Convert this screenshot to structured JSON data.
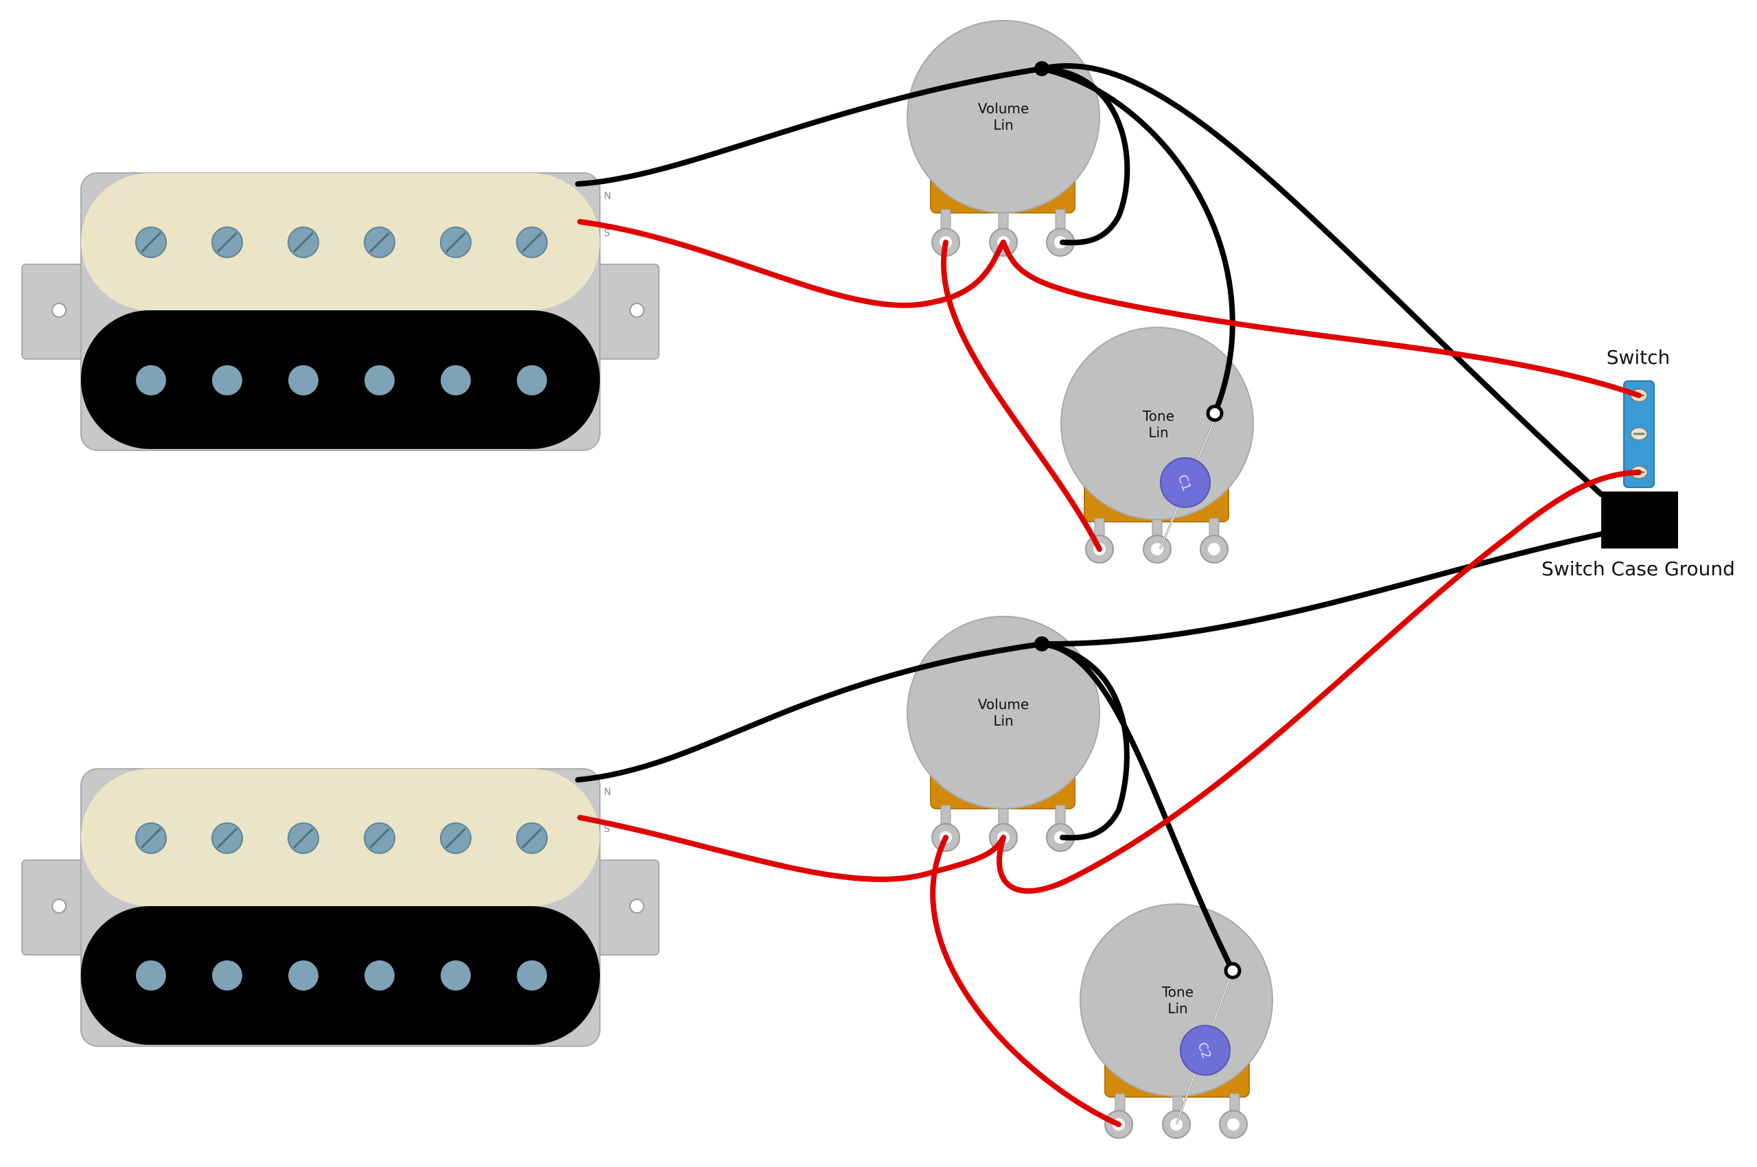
{
  "colors": {
    "hot_wire": "#e00000",
    "ground_wire": "#000000",
    "pot_body": "#c0c0c0",
    "pot_base": "#d38a0a",
    "cap": "#6f6fd8",
    "switch_body": "#3a9ad6",
    "cream_coil": "#ebe4c6",
    "black_coil": "#000000",
    "pole_piece": "#7ea3b6",
    "pickup_base": "#c8c8c8"
  },
  "pickups": {
    "pickup1": {
      "north_label": "N",
      "south_label": "S"
    },
    "pickup2": {
      "north_label": "N",
      "south_label": "S"
    }
  },
  "pots": {
    "volume1": {
      "line1": "Volume",
      "line2": "Lin"
    },
    "tone1": {
      "line1": "Tone",
      "line2": "Lin"
    },
    "volume2": {
      "line1": "Volume",
      "line2": "Lin"
    },
    "tone2": {
      "line1": "Tone",
      "line2": "Lin"
    }
  },
  "caps": {
    "cap1": {
      "label": "C1"
    },
    "cap2": {
      "label": "C2"
    }
  },
  "switch": {
    "label": "Switch",
    "case_ground_label": "Switch Case Ground"
  }
}
